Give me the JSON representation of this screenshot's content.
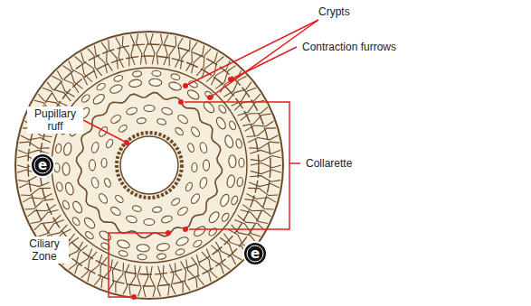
{
  "diagram": {
    "labels": [
      "Crypts",
      "Contraction furrows",
      "Pupillary ruff",
      "Collarette",
      "Ciliary Zone",
      "e",
      "e"
    ]
  }
}
